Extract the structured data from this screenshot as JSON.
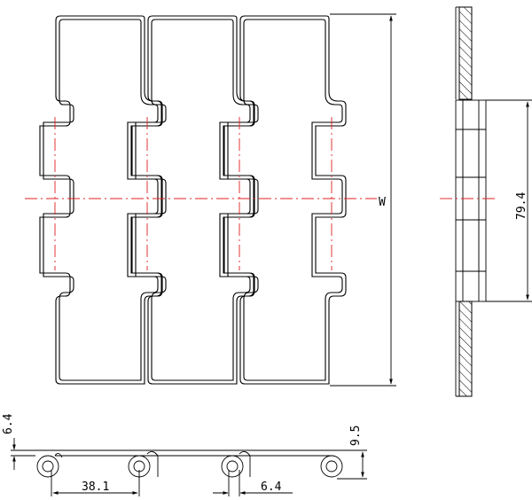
{
  "dimensions": {
    "width_label": "W",
    "side_height": "79.4",
    "pitch": "38.1",
    "thickness_top": "6.4",
    "height_right": "9.5",
    "hinge_width": "6.4"
  },
  "colors": {
    "outline": "#000000",
    "centerline": "#e02020",
    "background": "#ffffff"
  }
}
